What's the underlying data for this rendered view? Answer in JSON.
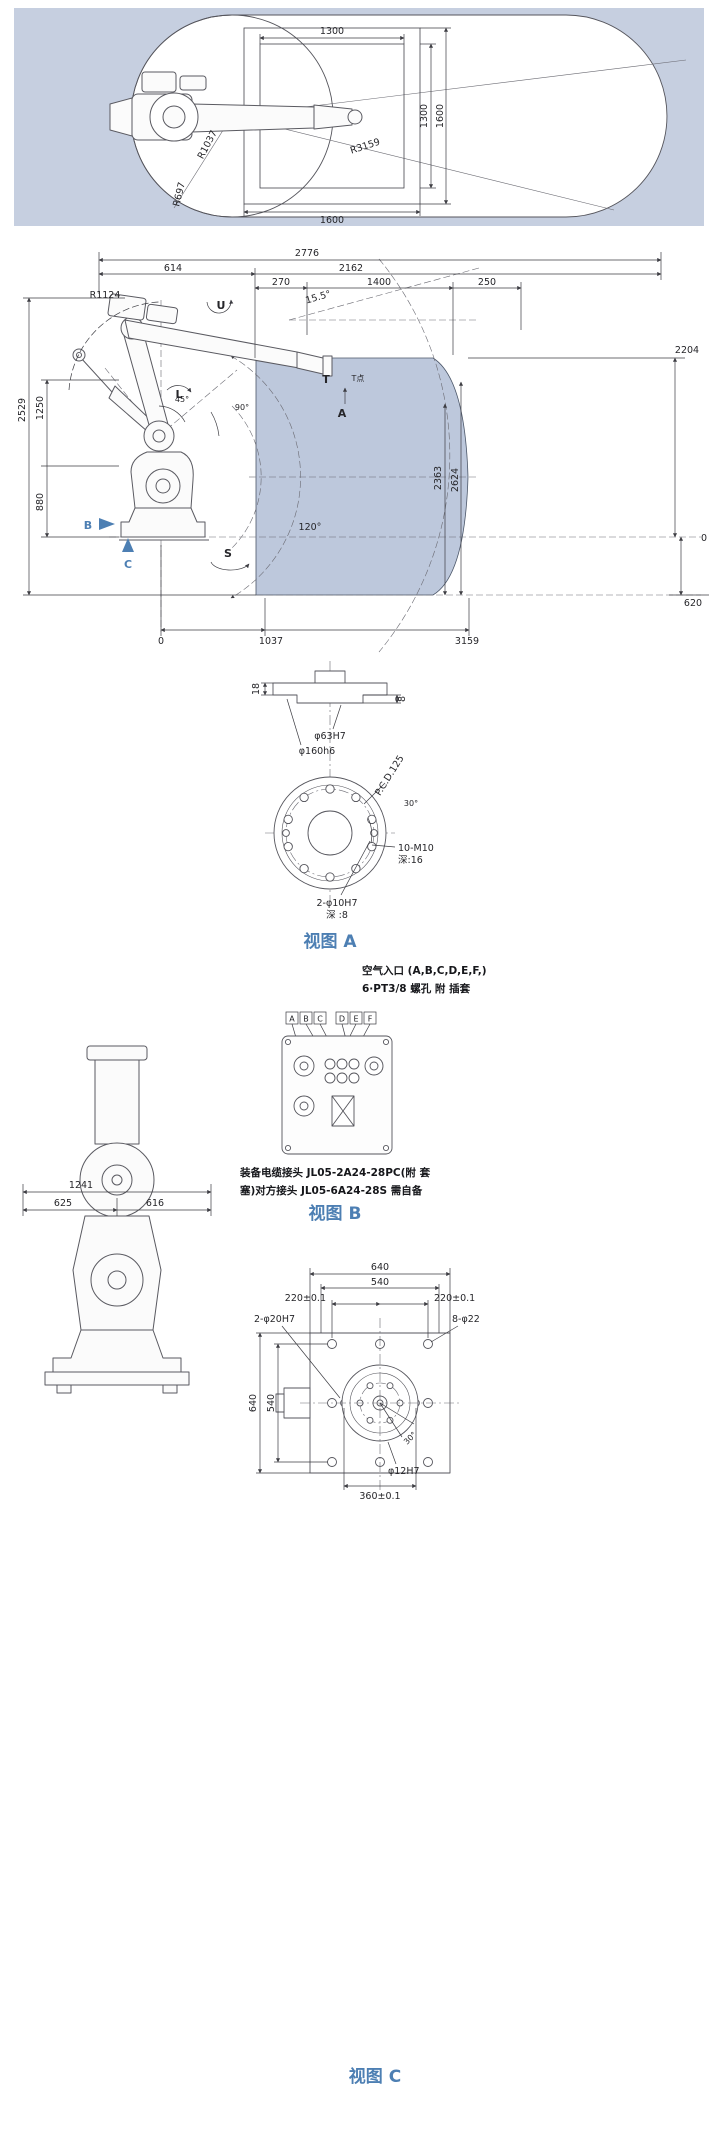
{
  "colors": {
    "page_bg": "#ffffff",
    "top_bg": "#c6cfe0",
    "envelope_fill": "#b6c2d8",
    "line": "#3c3c42",
    "accent_blue": "#4d7fb3",
    "view_title_blue": "#4d7fb3"
  },
  "top_view": {
    "dim_top": "1300",
    "dim_right_inner": "1300",
    "dim_right_outer": "1600",
    "dim_bottom": "1600",
    "radius_inner": "R1037",
    "radius_rear": "R697",
    "radius_outer": "R3159"
  },
  "side_view": {
    "dim_2776": "2776",
    "dim_614": "614",
    "dim_2162": "2162",
    "dim_270": "270",
    "dim_1400": "1400",
    "dim_250": "250",
    "radius_r1124": "R1124",
    "angle_15_5": "15.5°",
    "dim_2204": "2204",
    "dim_2529": "2529",
    "dim_1250": "1250",
    "dim_880": "880",
    "dim_2363": "2363",
    "dim_2624": "2624",
    "angle_45": "45°",
    "angle_90": "90°",
    "angle_120": "120°",
    "axis_u": "U",
    "axis_l": "L",
    "axis_s": "S",
    "axis_t": "T",
    "point_t": "T点",
    "view_a_arrow": "A",
    "view_b_arrow": "B",
    "view_c_arrow": "C",
    "zero_bottom": "0",
    "dim_1037": "1037",
    "dim_3159": "3159",
    "zero_right": "0",
    "dim_620": "620"
  },
  "view_a": {
    "title": "视图 A",
    "dim_18": "18",
    "dim_8": "8",
    "dia_spigot": "φ63H7",
    "dia_flange": "φ160h6",
    "pcd": "P.C.D.125",
    "angle_30": "30°",
    "tap_holes": "10-M10",
    "tap_depth": "深:16",
    "dowel_holes": "2-φ10H7",
    "dowel_depth": "深 :8"
  },
  "view_b": {
    "title": "视图 B",
    "air_note_1": "空气入口 (A,B,C,D,E,F,)",
    "air_note_2": "6·PT3/8 螺孔 附 插套",
    "cable_note_1": "装备电缆接头 JL05-2A24-28PC(附 套",
    "cable_note_2": "塞)对方接头 JL05-6A24-28S 需自备",
    "ports": [
      "A",
      "B",
      "C",
      "D",
      "E",
      "F"
    ]
  },
  "left_view": {
    "dim_1241": "1241",
    "dim_625": "625",
    "dim_616": "616"
  },
  "view_c": {
    "title": "视图 C",
    "dim_640_top": "640",
    "dim_540_top": "540",
    "dim_220_left": "220±0.1",
    "dim_220_right": "220±0.1",
    "dowel_holes": "2-φ20H7",
    "mount_holes": "8-φ22",
    "dim_640_left": "640",
    "dim_540_left": "540",
    "angle_30": "30°",
    "dia_center": "φ12H7",
    "dim_360": "360±0.1"
  }
}
